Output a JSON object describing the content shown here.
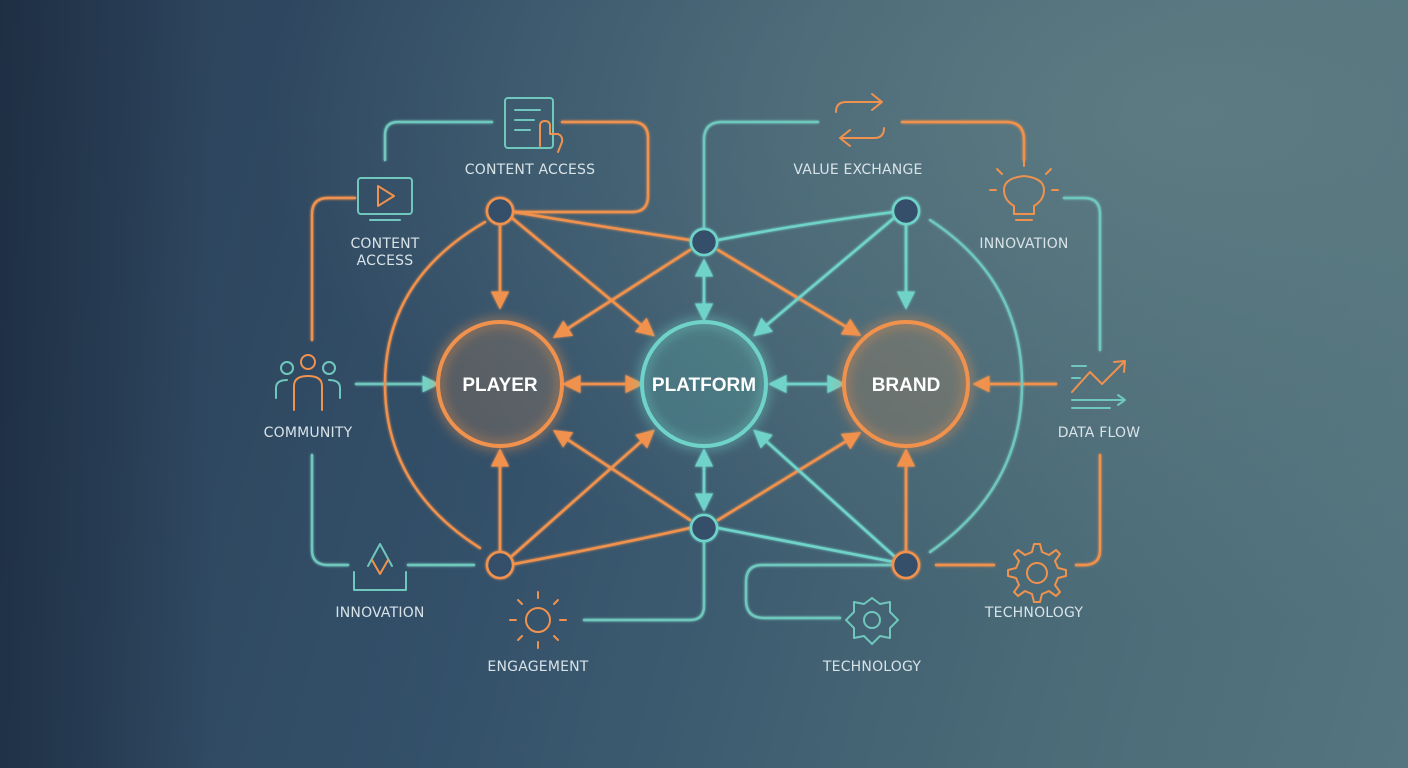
{
  "hubs": {
    "player": "PLAYER",
    "platform": "PLATFORM",
    "brand": "BRAND"
  },
  "labels": {
    "content_access_top": "CONTENT ACCESS",
    "content_access_left_line1": "CONTENT",
    "content_access_left_line2": "ACCESS",
    "value_exchange": "VALUE EXCHANGE",
    "innovation_right": "INNOVATION",
    "community": "COMMUNITY",
    "data_flow": "DATA FLOW",
    "innovation_left": "INNOVATION",
    "engagement": "ENGAGEMENT",
    "technology_bottom": "TECHNOLOGY",
    "technology_right": "TECHNOLOGY"
  },
  "colors": {
    "orange": "#f0924d",
    "teal": "#6fd3c9"
  },
  "icons": {
    "content_access_top": "touch-document-icon",
    "content_access_left": "video-play-icon",
    "value_exchange": "exchange-arrows-icon",
    "innovation_right": "lightbulb-icon",
    "community": "community-people-icon",
    "data_flow": "trend-chart-icon",
    "innovation_left": "recycle-box-icon",
    "engagement": "sun-icon",
    "technology_bottom": "gear-cycle-icon",
    "technology_right": "gear-icon"
  }
}
